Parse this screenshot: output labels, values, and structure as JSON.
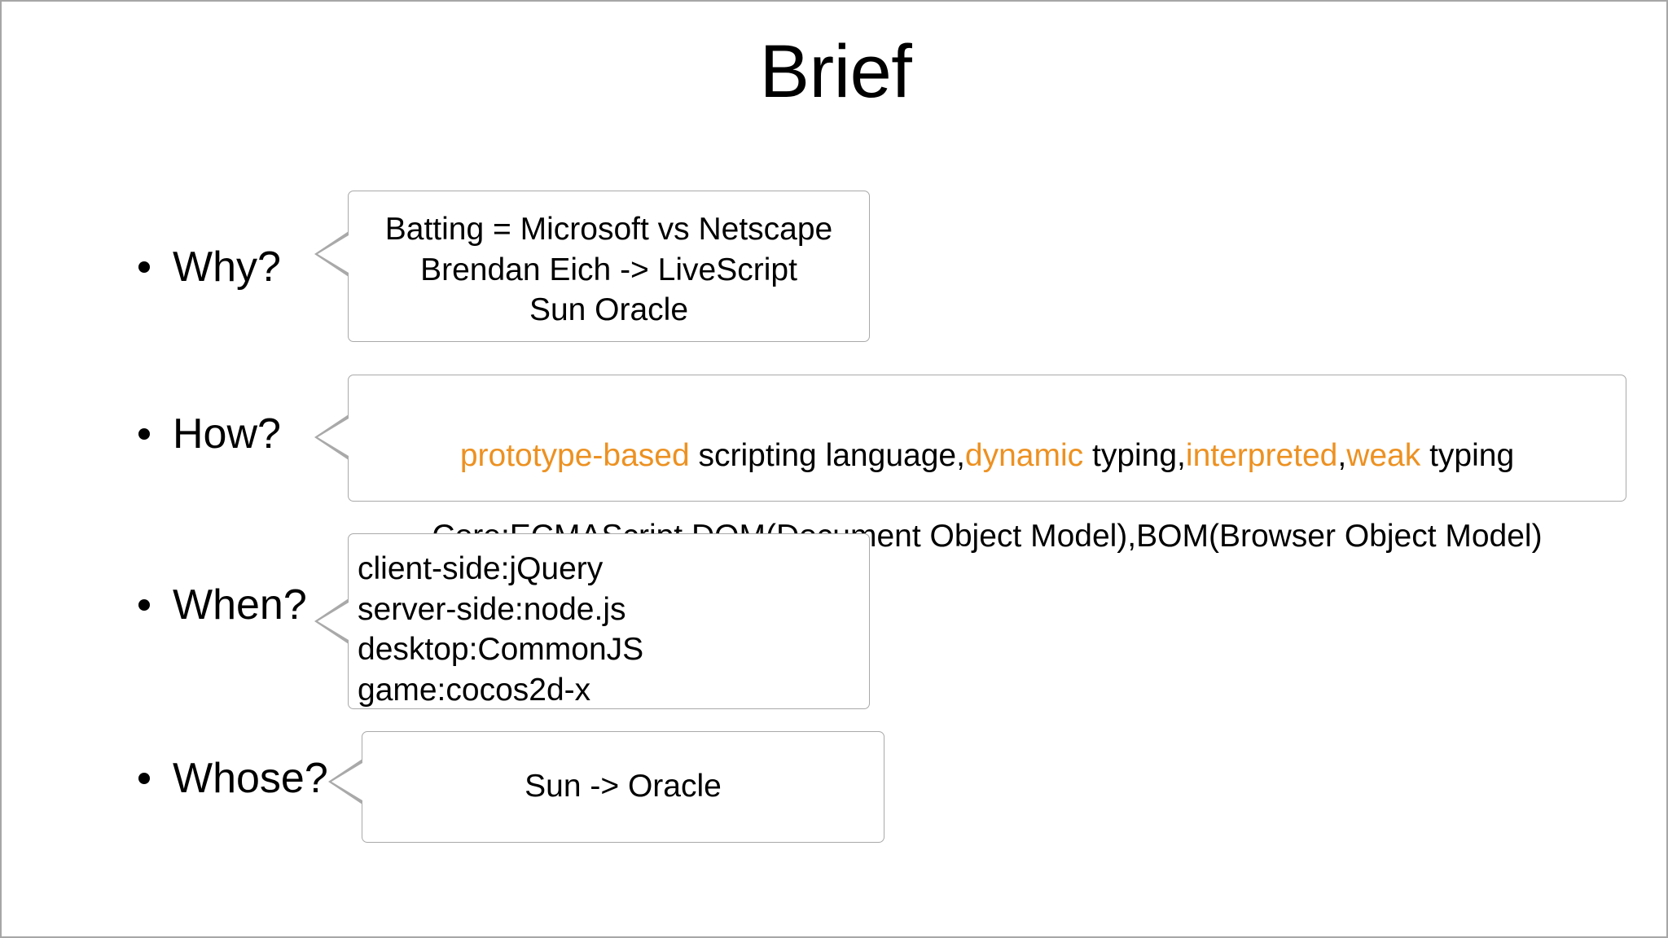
{
  "slide": {
    "title": "Brief",
    "accent_color": "#ed9121",
    "text_color": "#000000",
    "background_color": "#ffffff",
    "border_color": "#a9a9a9"
  },
  "bullets": [
    {
      "label": "Why?"
    },
    {
      "label": "How?"
    },
    {
      "label": "When?"
    },
    {
      "label": "Whose?"
    }
  ],
  "callouts": {
    "why": {
      "lines": [
        "Batting = Microsoft vs Netscape",
        "Brendan Eich -> LiveScript",
        "Sun Oracle"
      ],
      "text": "Batting = Microsoft vs Netscape\nBrendan Eich -> LiveScript\nSun Oracle"
    },
    "how": {
      "line1": {
        "segments": [
          {
            "text": "prototype-based",
            "highlight": true
          },
          {
            "text": " scripting language,",
            "highlight": false
          },
          {
            "text": "dynamic",
            "highlight": true
          },
          {
            "text": " typing,",
            "highlight": false
          },
          {
            "text": "interpreted",
            "highlight": true
          },
          {
            "text": ",",
            "highlight": false
          },
          {
            "text": "weak",
            "highlight": true
          },
          {
            "text": " typing",
            "highlight": false
          }
        ],
        "seg0": "prototype-based",
        "seg1": " scripting language,",
        "seg2": "dynamic",
        "seg3": " typing,",
        "seg4": "interpreted",
        "seg5": ",",
        "seg6": "weak",
        "seg7": " typing"
      },
      "line2": "Core:ECMAScript,DOM(Document Object Model),BOM(Browser Object Model)"
    },
    "when": {
      "lines": [
        "client-side:jQuery",
        "server-side:node.js",
        "desktop:CommonJS",
        "game:cocos2d-x"
      ],
      "text": "client-side:jQuery\nserver-side:node.js\ndesktop:CommonJS\ngame:cocos2d-x"
    },
    "whose": {
      "text": "Sun -> Oracle"
    }
  }
}
